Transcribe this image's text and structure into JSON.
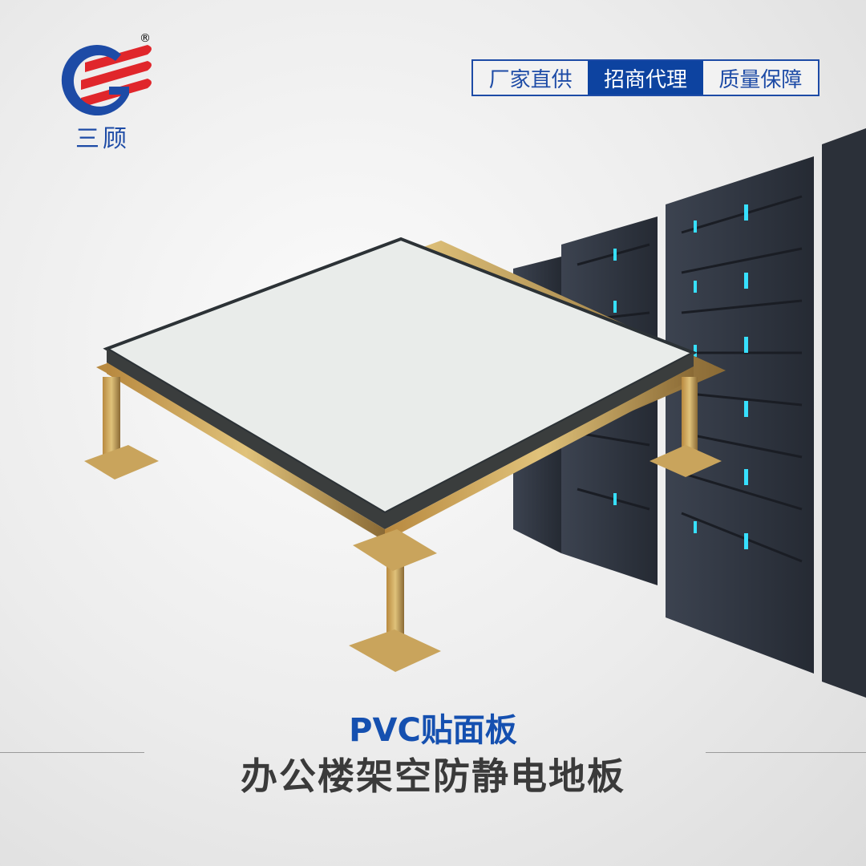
{
  "brand": {
    "name": "三顾",
    "registered": "®"
  },
  "tags": [
    {
      "label": "厂家直供"
    },
    {
      "label": "招商代理"
    },
    {
      "label": "质量保障"
    }
  ],
  "product": {
    "subtitle": "PVC贴面板",
    "title": "办公楼架空防静电地板"
  },
  "colors": {
    "brand_blue": "#1d4ba6",
    "brand_red": "#e0262b",
    "active_tag": "#0d43a0"
  }
}
